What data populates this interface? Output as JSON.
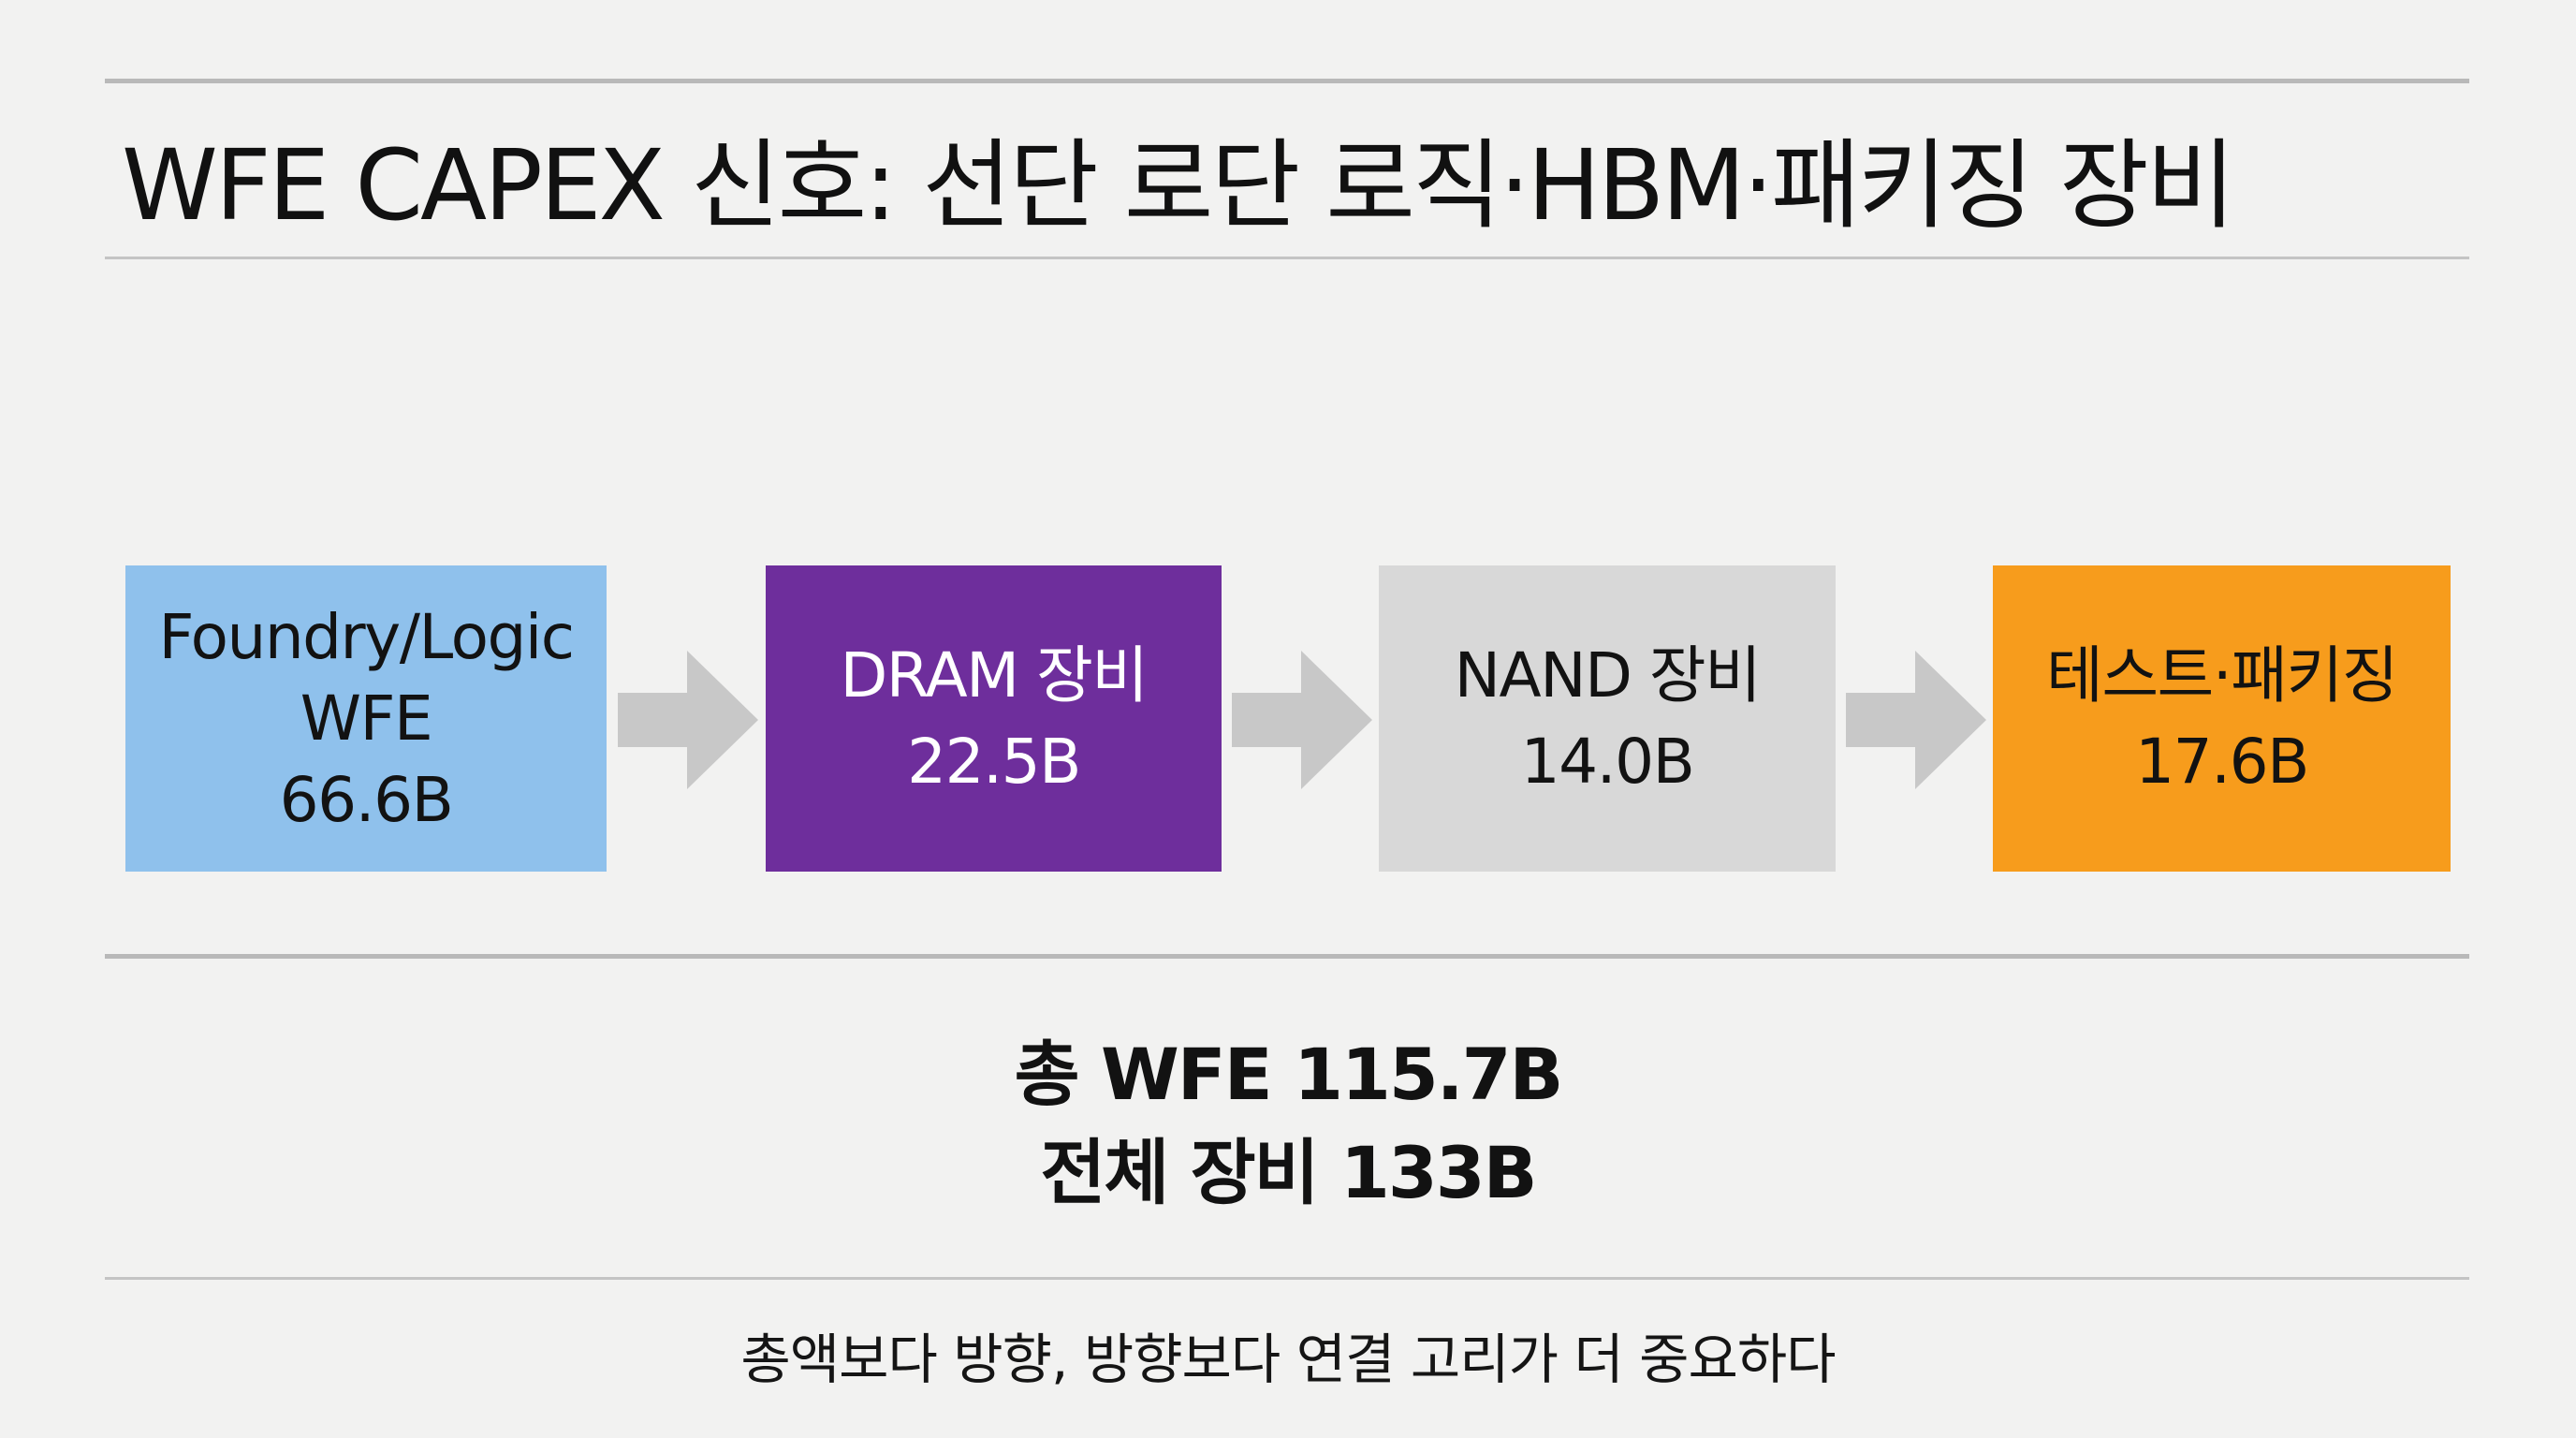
{
  "title": "WFE CAPEX 신호: 선단 로단 로직·HBM·패키징 장비",
  "flow": {
    "boxes": [
      {
        "lines": [
          "Foundry/Logic",
          "WFE"
        ],
        "value": "66.6B",
        "color": "#8fc1ec"
      },
      {
        "lines": [
          "DRAM 장비"
        ],
        "value": "22.5B",
        "color": "#6e2e9c"
      },
      {
        "lines": [
          "NAND 장비"
        ],
        "value": "14.0B",
        "color": "#d8d8d8"
      },
      {
        "lines": [
          "테스트·패키징"
        ],
        "value": "17.6B",
        "color": "#f79c1c"
      }
    ],
    "arrow_color": "#c8c8c8"
  },
  "summary": {
    "total_wfe": "총 WFE 115.7B",
    "total_equipment": "전체 장비 133B"
  },
  "caption": "총액보다 방향, 방향보다 연결 고리가 더 중요하다"
}
